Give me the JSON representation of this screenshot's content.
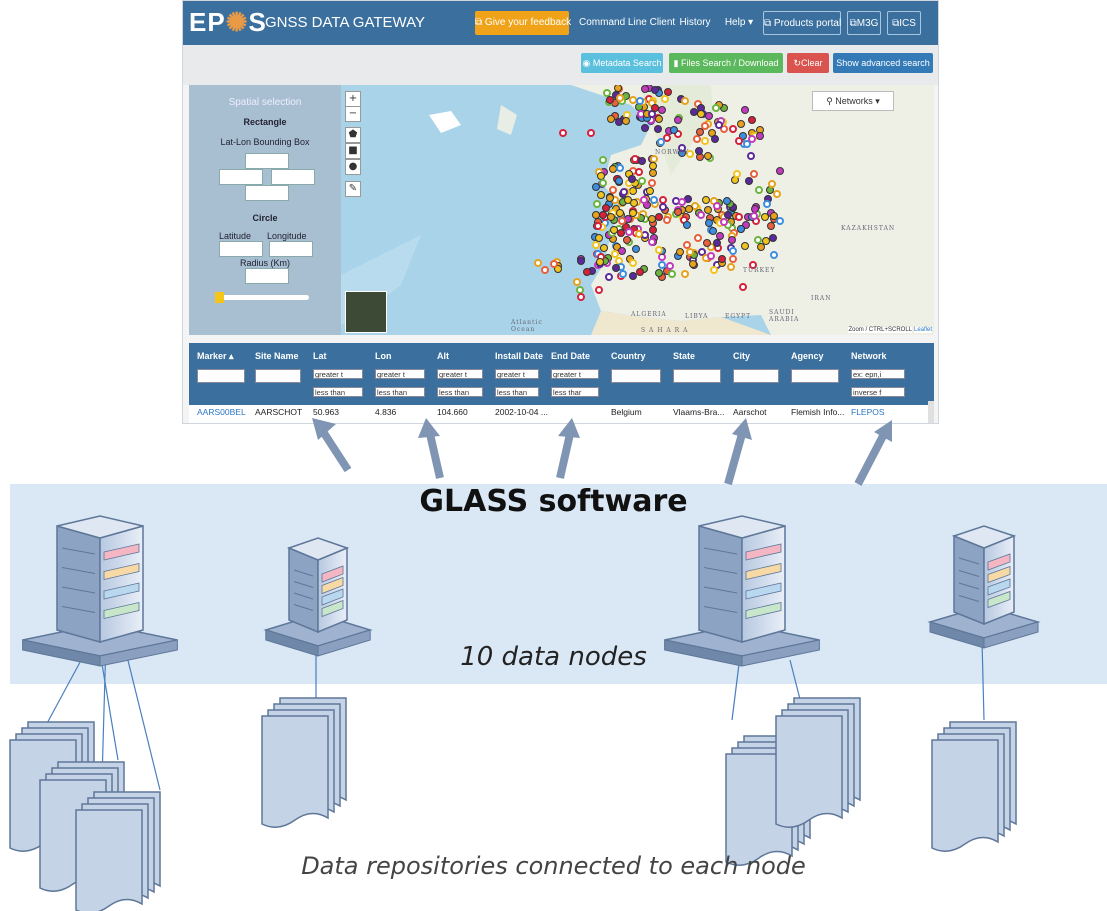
{
  "header": {
    "logo_text": "EP",
    "logo_text_tail": "S",
    "brand": "GNSS DATA GATEWAY",
    "feedback_label": "Give your feedback",
    "nav": [
      "Command Line Client",
      "History",
      "Help ▾"
    ],
    "products_label": "Products portal",
    "m3g_label": "M3G",
    "ics_label": "ICS"
  },
  "subbar": {
    "metadata_label": "Metadata Search",
    "files_label": "Files Search / Download",
    "clear_label": "Clear",
    "advanced_label": "Show advanced search"
  },
  "spatial": {
    "title": "Spatial selection",
    "rectangle": "Rectangle",
    "bbox": "Lat-Lon Bounding Box",
    "circle": "Circle",
    "latitude": "Latitude",
    "longitude": "Longitude",
    "radius": "Radius (Km)"
  },
  "map": {
    "networks_label": "Networks ▾",
    "zoom_hint": "Zoom / CTRL+SCROLL",
    "leaflet": "Leaflet",
    "labels": [
      "KAZAKHSTAN",
      "TURKEY",
      "IRAN",
      "ALGERIA",
      "LIBYA",
      "EGYPT",
      "SAUDI ARABIA",
      "NORWAY",
      "Atlantic Ocean",
      "S A H A R A"
    ]
  },
  "table": {
    "columns": [
      "Marker ▴",
      "Site Name",
      "Lat",
      "Lon",
      "Alt",
      "Install Date",
      "End Date",
      "Country",
      "State",
      "City",
      "Agency",
      "Network"
    ],
    "filter_row1": [
      "",
      "",
      "greater t",
      "greater t",
      "greater t",
      "greater t",
      "greater t",
      "",
      "",
      "",
      "",
      "ex: epn,i"
    ],
    "filter_row2": [
      "",
      "",
      "less than",
      "less than",
      "less than",
      "less than",
      "less thar",
      "",
      "",
      "",
      "",
      "inverse f"
    ],
    "row": [
      "AARS00BEL",
      "AARSCHOT",
      "50.963",
      "4.836",
      "104.660",
      "2002-10-04 ...",
      "",
      "Belgium",
      "Vlaams-Bra...",
      "Aarschot",
      "Flemish Info...",
      "FLEPOS"
    ]
  },
  "diagram": {
    "software_label": "GLASS software",
    "nodes_label": "10 data nodes",
    "repos_label": "Data repositories connected to each node"
  },
  "colors": {
    "nav_blue": "#3a6f9e",
    "band": "#dae7f5",
    "arrow": "#7f95b3",
    "server_body": "#c5d3e6",
    "server_edge": "#5e7799"
  }
}
